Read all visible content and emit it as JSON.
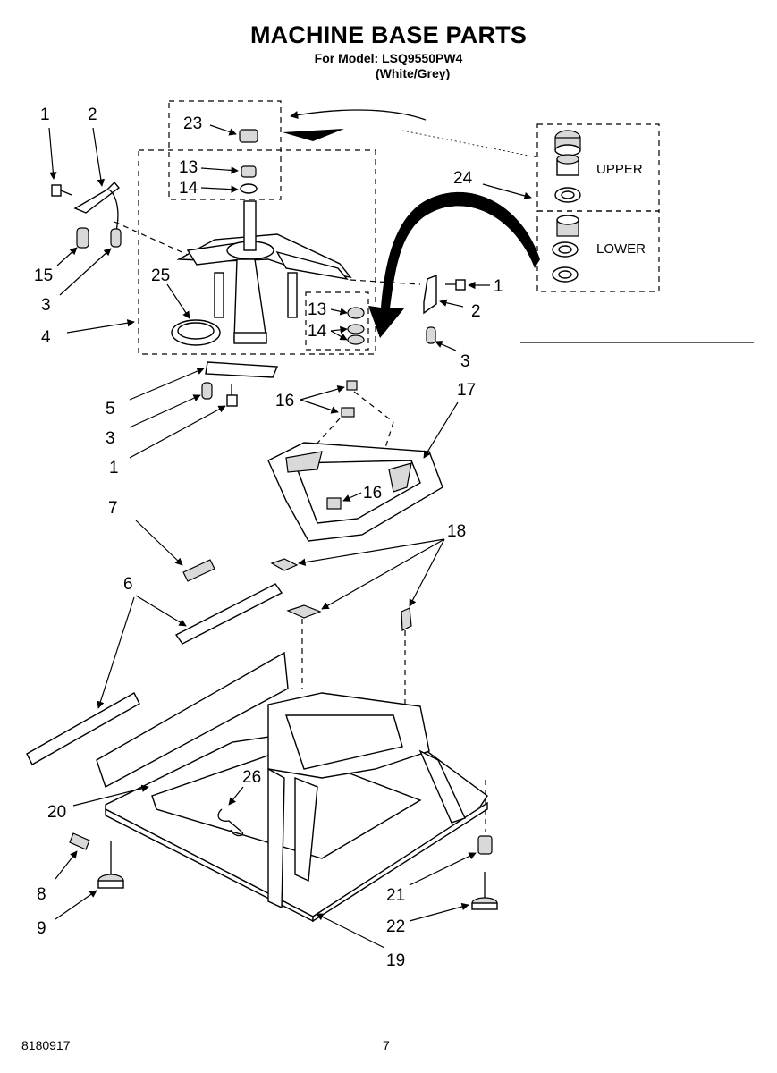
{
  "header": {
    "title": "MACHINE BASE PARTS",
    "model_line": "For Model: LSQ9550PW4",
    "color_line": "(White/Grey)"
  },
  "footer": {
    "doc_number": "8180917",
    "page_number": "7"
  },
  "kit_labels": {
    "upper": "UPPER",
    "lower": "LOWER"
  },
  "callouts": {
    "c1a": "1",
    "c2a": "2",
    "c15": "15",
    "c3a": "3",
    "c4": "4",
    "c23": "23",
    "c13a": "13",
    "c14a": "14",
    "c25": "25",
    "c24": "24",
    "c1b": "1",
    "c2b": "2",
    "c3b": "3",
    "c13b": "13",
    "c14b": "14",
    "c5": "5",
    "c3c": "3",
    "c1c": "1",
    "c16a": "16",
    "c17": "17",
    "c16b": "16",
    "c7": "7",
    "c18": "18",
    "c6": "6",
    "c26": "26",
    "c20": "20",
    "c8": "8",
    "c9": "9",
    "c21": "21",
    "c22": "22",
    "c19": "19"
  }
}
